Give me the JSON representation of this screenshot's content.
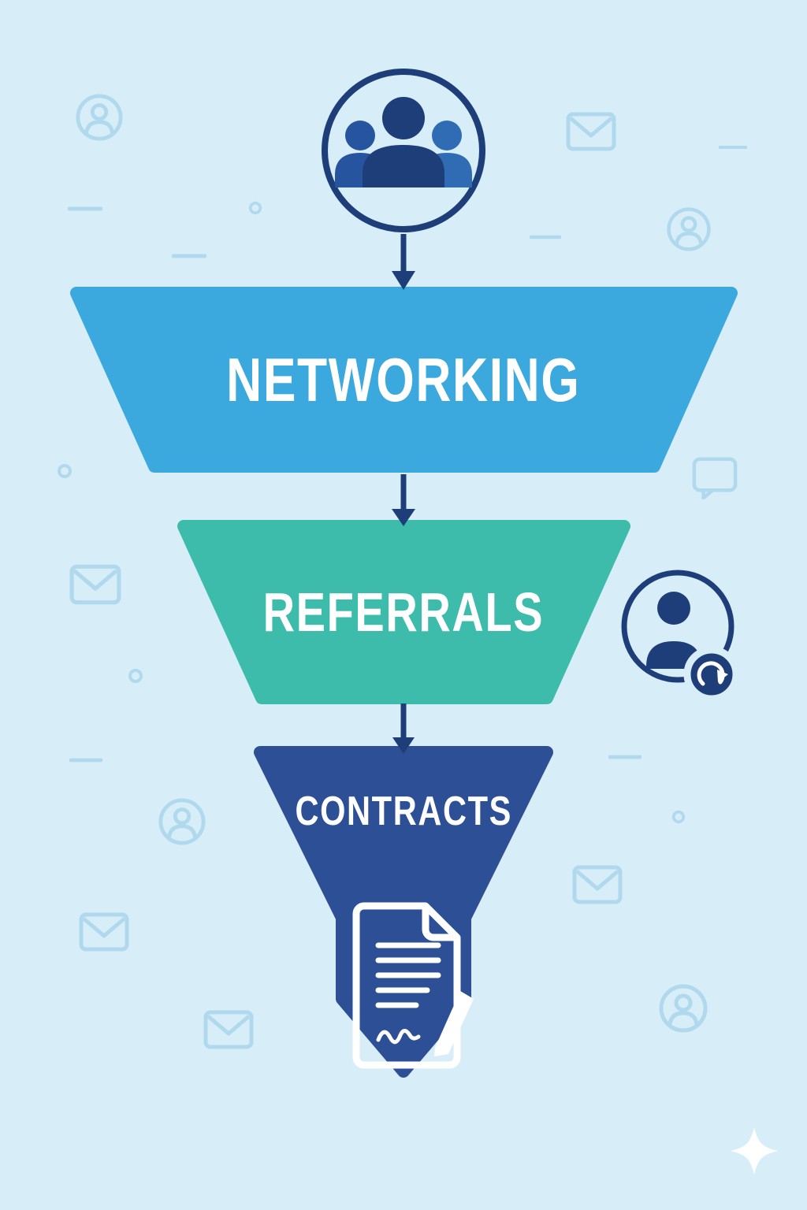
{
  "colors": {
    "bg": "#d7edf8",
    "decor": "#b0d9ee",
    "navy": "#1e3e79",
    "midblue": "#2f6cb3",
    "blue2": "#27549f",
    "white": "#ffffff"
  },
  "funnel": {
    "type": "funnel-diagram",
    "arrow_color": "#1e3e79",
    "stages": [
      {
        "label": "NETWORKING",
        "color": "#3ba8de"
      },
      {
        "label": "REFERRALS",
        "color": "#3dbcab"
      },
      {
        "label": "CONTRACTS",
        "color": "#2c4f95"
      }
    ]
  },
  "icons": {
    "top_icon": "people-group-icon",
    "referrals_side_icon": "person-sync-icon",
    "contracts_icon": "signed-contract-document-icon",
    "bottom_right": "sparkle-icon",
    "decor_types": [
      "person-avatar-icon",
      "envelope-icon",
      "chat-bubble-icon",
      "ring-icon",
      "dash-icon"
    ]
  }
}
